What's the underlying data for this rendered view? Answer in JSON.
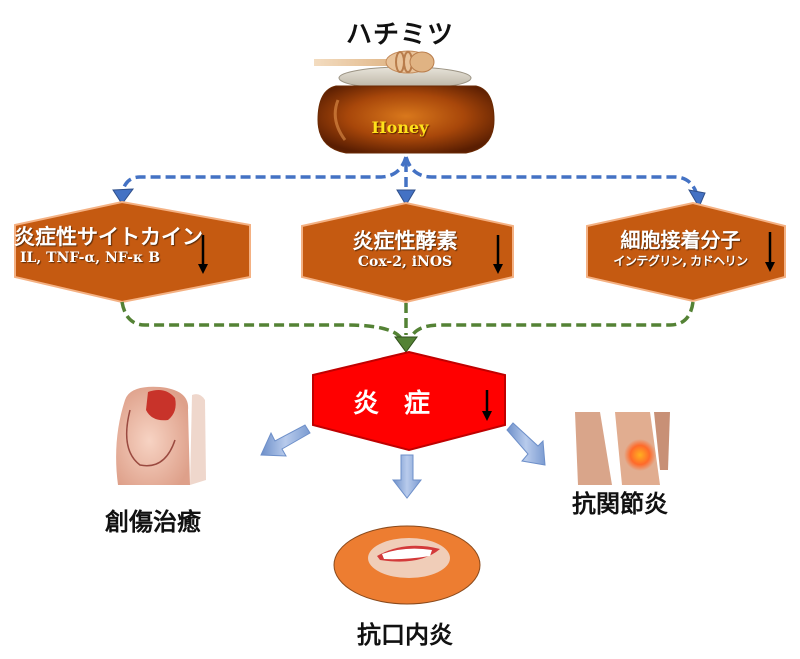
{
  "diagram": {
    "title": "ハチミツ",
    "source": {
      "name": "honey-jar",
      "label": "Honey",
      "colors": {
        "honey": "#b4520c",
        "label": "#ffe21a"
      }
    },
    "mediators": [
      {
        "id": "cytokines",
        "title": "炎症性サイトカイン",
        "subtitle": "IL, TNF-α, NF-κ B",
        "trend": "down"
      },
      {
        "id": "enzymes",
        "title": "炎症性酵素",
        "subtitle": "Cox-2, iNOS",
        "trend": "down"
      },
      {
        "id": "adhesion",
        "title": "細胞接着分子",
        "subtitle": "インテグリン, カドヘリン",
        "trend": "down"
      }
    ],
    "inflammation": {
      "label": "炎 症",
      "trend": "down",
      "color": "#ff0000"
    },
    "outcomes": [
      {
        "id": "wound-healing",
        "label": "創傷治癒",
        "image": "injured-finger"
      },
      {
        "id": "anti-stomatitis",
        "label": "抗口内炎",
        "image": "smiling-mouth"
      },
      {
        "id": "anti-arthritis",
        "label": "抗関節炎",
        "image": "inflamed-knee"
      }
    ],
    "colors": {
      "hexagon_fill": "#c55a11",
      "blue_arrow": "#4472c4",
      "green_arrow": "#548235",
      "outcome_arrow": "#8eaadb"
    }
  }
}
